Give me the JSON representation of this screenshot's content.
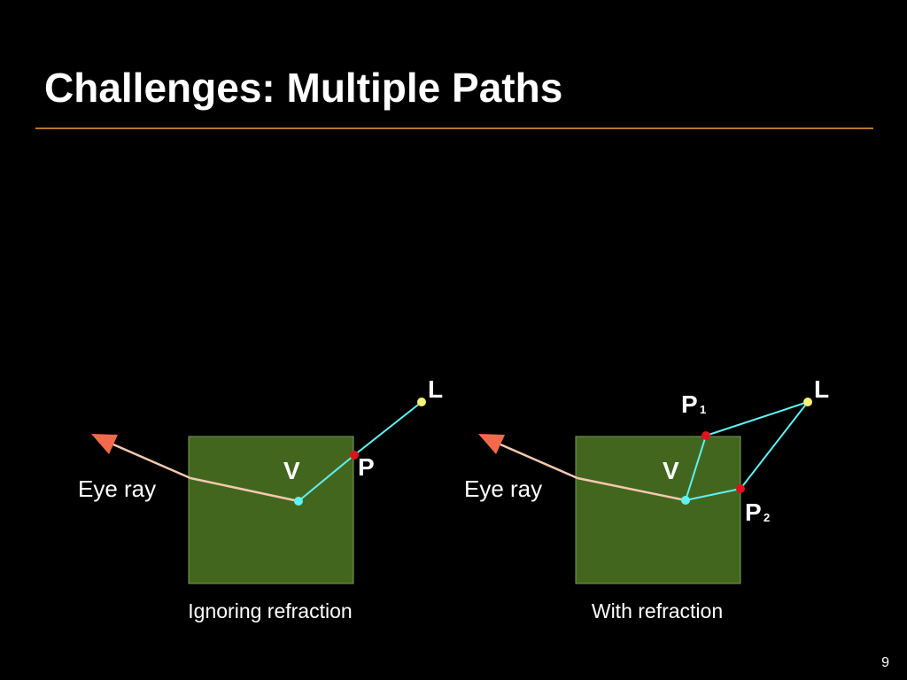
{
  "slide": {
    "title": "Challenges: Multiple Paths",
    "page_number": "9"
  },
  "left_diagram": {
    "eye_ray_label": "Eye ray",
    "point_v": "V",
    "point_p": "P",
    "point_l": "L",
    "caption": "Ignoring refraction"
  },
  "right_diagram": {
    "eye_ray_label": "Eye ray",
    "point_v": "V",
    "point_p1": "P",
    "point_p1_sub": "1",
    "point_p2": "P",
    "point_p2_sub": "2",
    "point_l": "L",
    "caption": "With refraction"
  },
  "colors": {
    "background": "#000000",
    "divider": "#b5762a",
    "medium_box": "#43661f",
    "eye_ray": "#f3c9b0",
    "arrowhead": "#f26a4b",
    "light_path": "#5ff2f2",
    "vertex_point": "#5ff2f2",
    "surface_point": "#e0121d",
    "light_point": "#f7f27a"
  }
}
